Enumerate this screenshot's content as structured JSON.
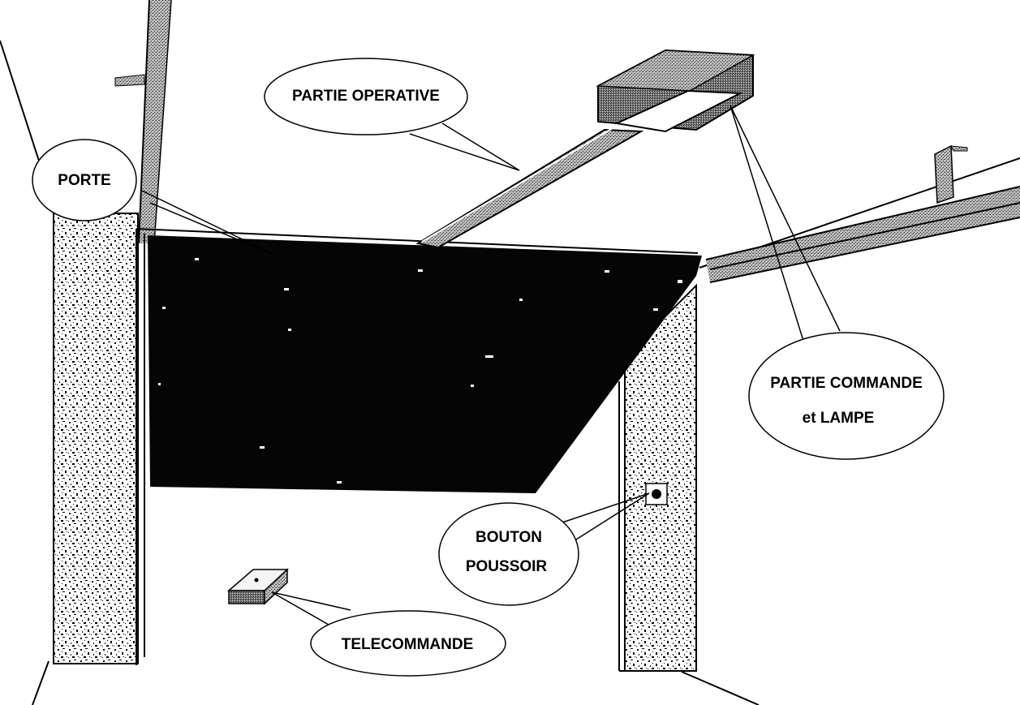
{
  "labels": {
    "partie_operative": "PARTIE OPERATIVE",
    "porte": "PORTE",
    "partie_commande_line1": "PARTIE COMMANDE",
    "partie_commande_line2": "et LAMPE",
    "bouton_line1": "BOUTON",
    "bouton_line2": "POUSSOIR",
    "telecommande": "TELECOMMANDE"
  },
  "colors": {
    "ink": "#000000",
    "paper": "#ffffff",
    "door": "#050505",
    "shade": "#8a8a8a"
  }
}
